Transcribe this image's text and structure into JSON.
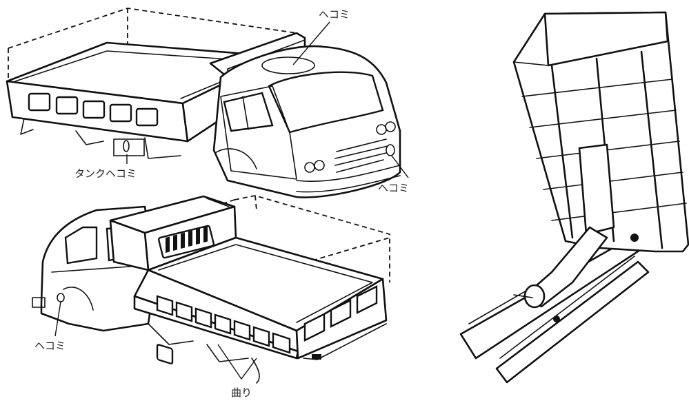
{
  "labels": {
    "roof_dent": "ヘコミ",
    "tank_dent": "タンクヘコミ",
    "front_corner_dent": "ヘコミ",
    "rear_corner_dent": "ヘコミ",
    "bent": "曲り"
  }
}
